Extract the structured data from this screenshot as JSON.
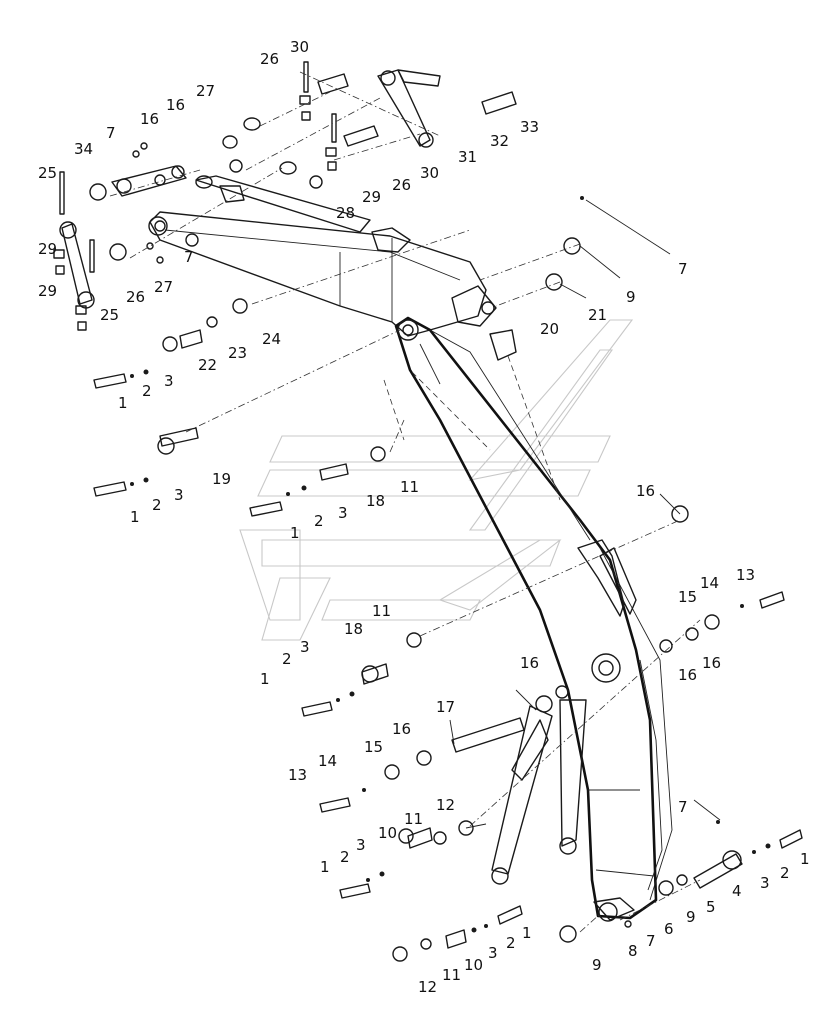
{
  "diagram": {
    "callouts": [
      {
        "text": "30"
      },
      {
        "text": "26"
      },
      {
        "text": "27"
      },
      {
        "text": "16"
      },
      {
        "text": "16"
      },
      {
        "text": "7"
      },
      {
        "text": "34"
      },
      {
        "text": "25"
      },
      {
        "text": "29"
      },
      {
        "text": "29"
      },
      {
        "text": "25"
      },
      {
        "text": "26"
      },
      {
        "text": "27"
      },
      {
        "text": "7"
      },
      {
        "text": "28"
      },
      {
        "text": "29"
      },
      {
        "text": "26"
      },
      {
        "text": "30"
      },
      {
        "text": "31"
      },
      {
        "text": "32"
      },
      {
        "text": "33"
      },
      {
        "text": "7"
      },
      {
        "text": "9"
      },
      {
        "text": "21"
      },
      {
        "text": "20"
      },
      {
        "text": "22"
      },
      {
        "text": "23"
      },
      {
        "text": "24"
      },
      {
        "text": "1"
      },
      {
        "text": "2"
      },
      {
        "text": "3"
      },
      {
        "text": "19"
      },
      {
        "text": "1"
      },
      {
        "text": "2"
      },
      {
        "text": "3"
      },
      {
        "text": "11"
      },
      {
        "text": "18"
      },
      {
        "text": "3"
      },
      {
        "text": "2"
      },
      {
        "text": "1"
      },
      {
        "text": "16"
      },
      {
        "text": "11"
      },
      {
        "text": "18"
      },
      {
        "text": "3"
      },
      {
        "text": "2"
      },
      {
        "text": "1"
      },
      {
        "text": "13"
      },
      {
        "text": "14"
      },
      {
        "text": "15"
      },
      {
        "text": "16"
      },
      {
        "text": "16"
      },
      {
        "text": "16"
      },
      {
        "text": "17"
      },
      {
        "text": "16"
      },
      {
        "text": "15"
      },
      {
        "text": "14"
      },
      {
        "text": "13"
      },
      {
        "text": "12"
      },
      {
        "text": "11"
      },
      {
        "text": "10"
      },
      {
        "text": "3"
      },
      {
        "text": "2"
      },
      {
        "text": "1"
      },
      {
        "text": "7"
      },
      {
        "text": "1"
      },
      {
        "text": "2"
      },
      {
        "text": "3"
      },
      {
        "text": "4"
      },
      {
        "text": "5"
      },
      {
        "text": "9"
      },
      {
        "text": "6"
      },
      {
        "text": "7"
      },
      {
        "text": "8"
      },
      {
        "text": "9"
      },
      {
        "text": "1"
      },
      {
        "text": "2"
      },
      {
        "text": "3"
      },
      {
        "text": "10"
      },
      {
        "text": "11"
      },
      {
        "text": "12"
      }
    ]
  }
}
